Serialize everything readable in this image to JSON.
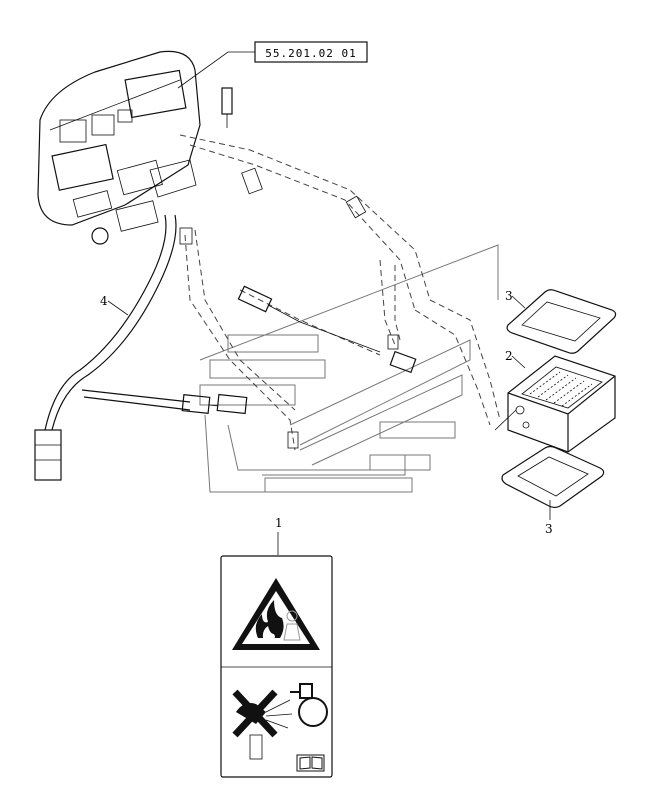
{
  "reference_code": "55.201.02 01",
  "callouts": {
    "c1": "1",
    "c2": "2",
    "c3_top": "3",
    "c3_bottom": "3",
    "c4": "4"
  },
  "icons": {
    "warning": "fire-warning-triangle-icon",
    "no_water": "no-water-extinguishing-icon",
    "manual": "manual-book-icon"
  }
}
